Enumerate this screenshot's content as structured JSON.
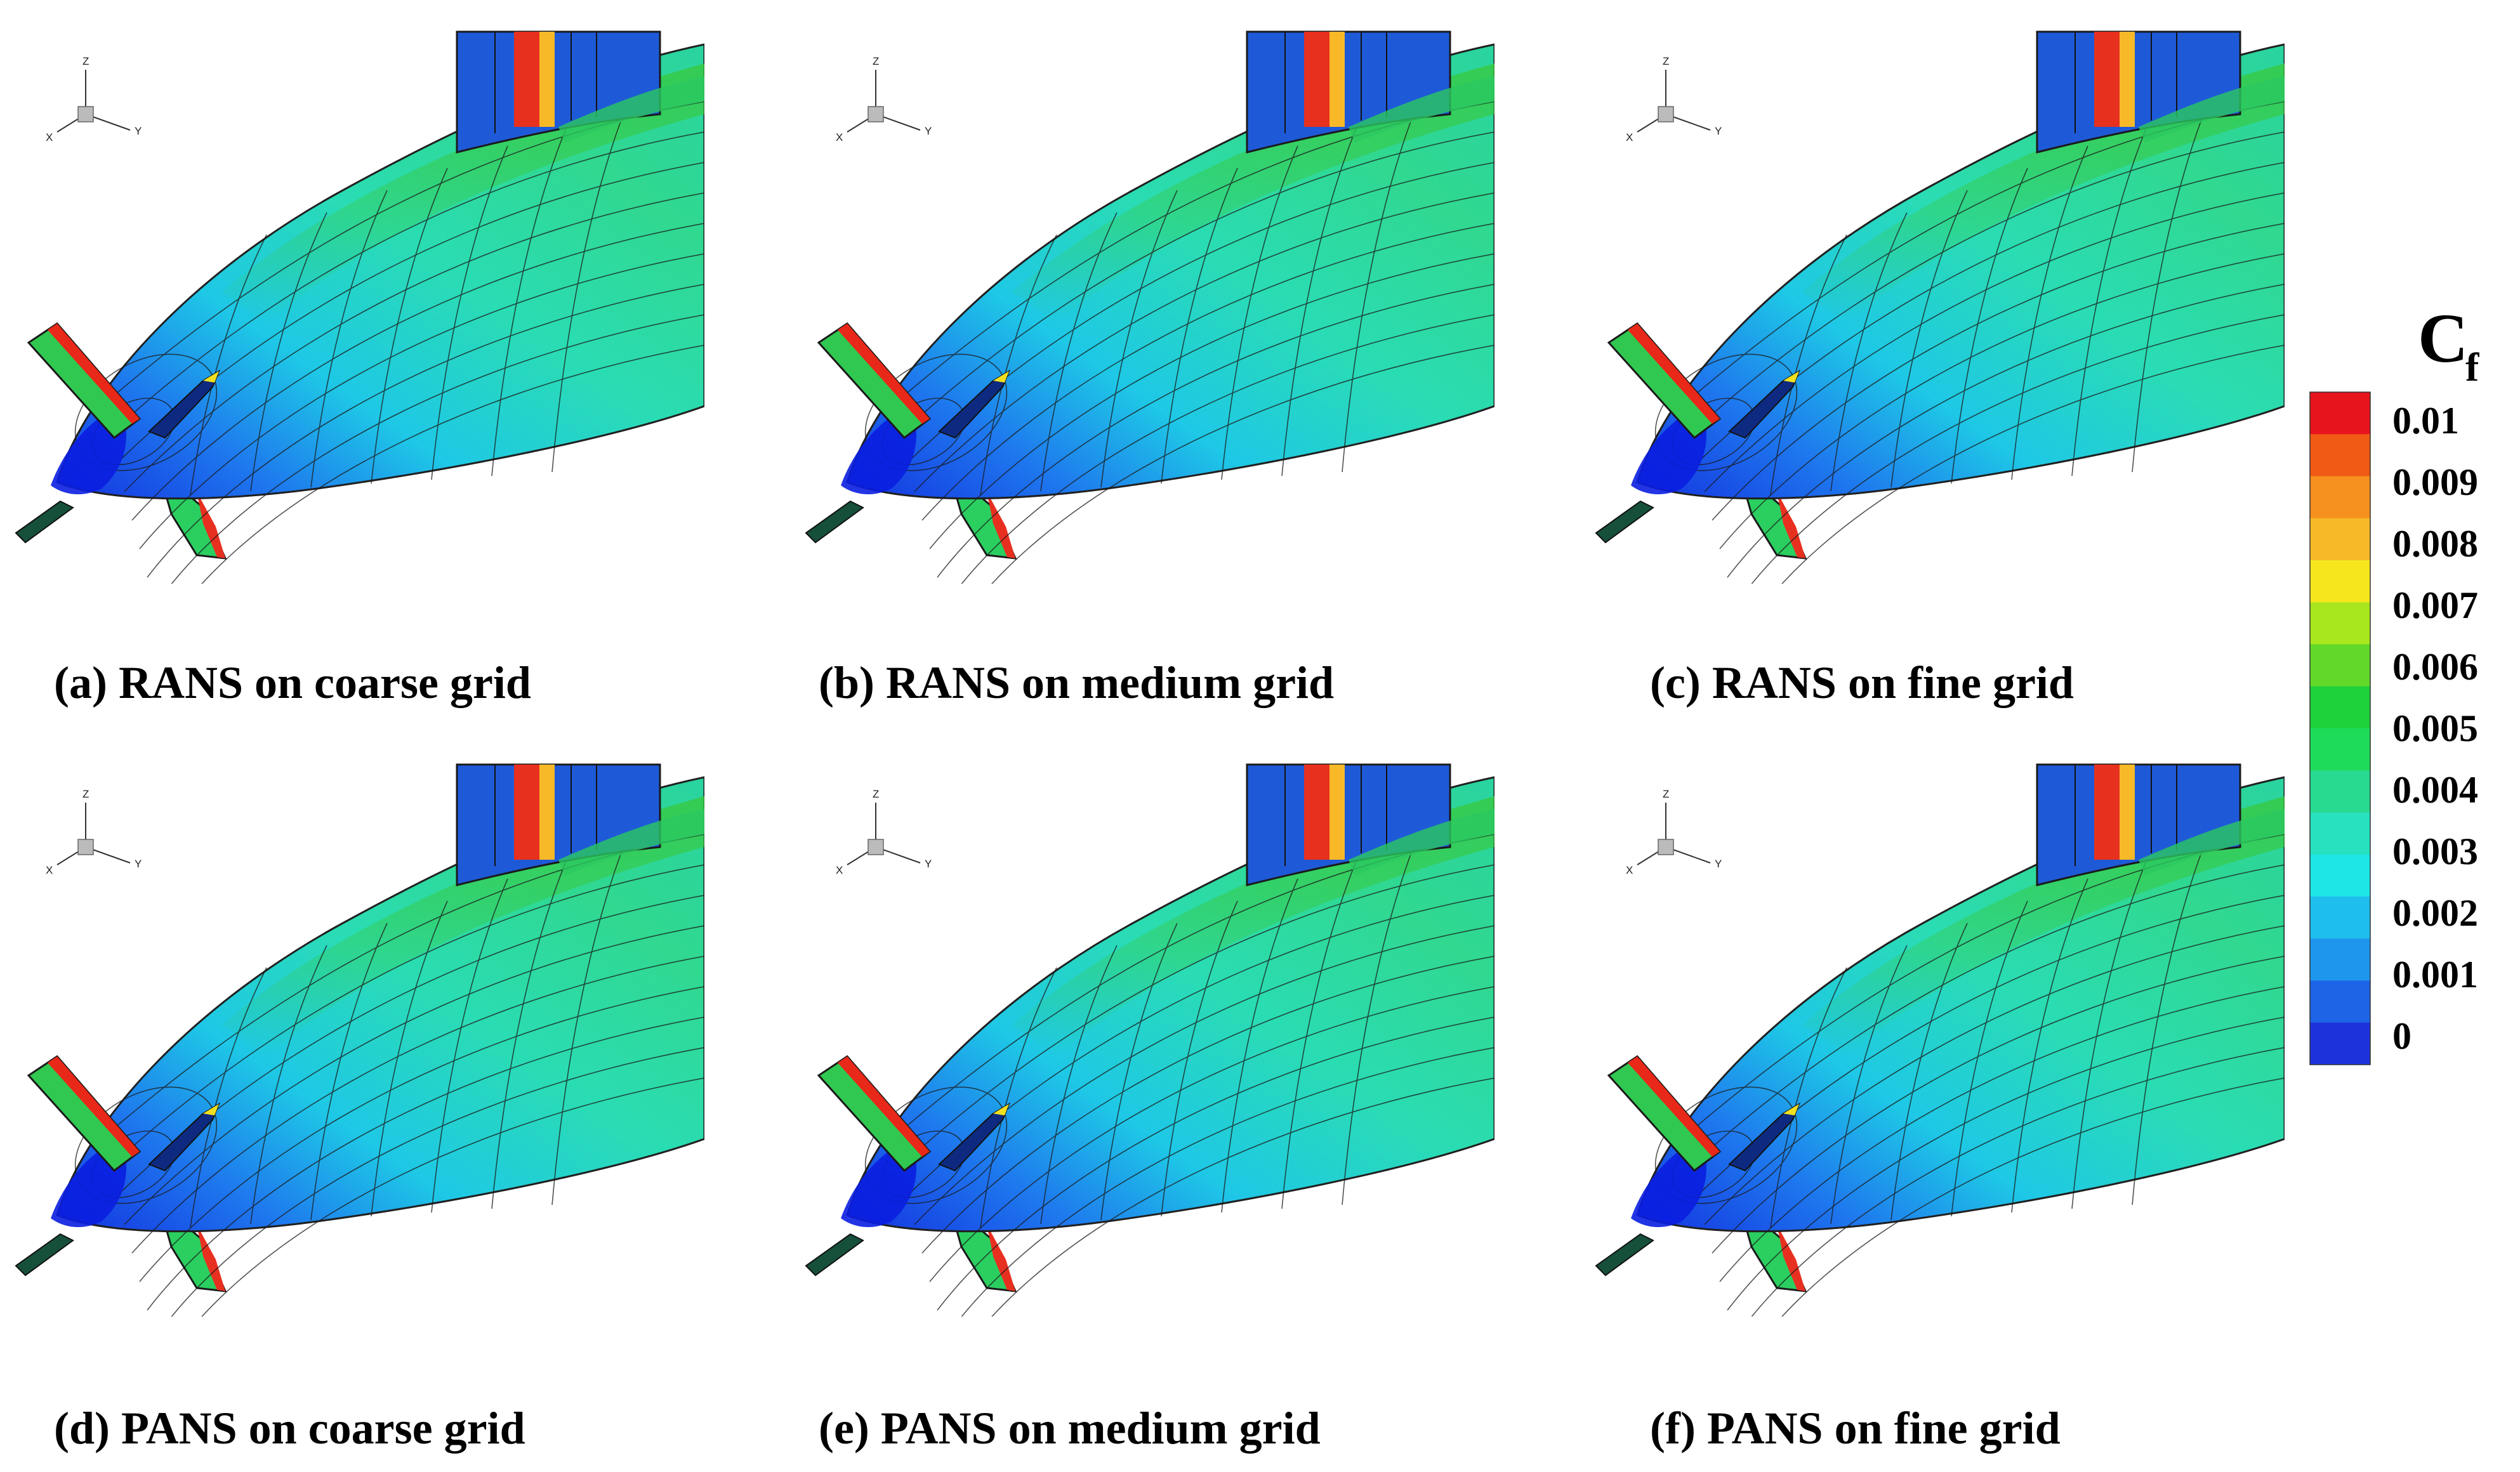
{
  "figure": {
    "panels": [
      {
        "id": "a",
        "caption": "(a) RANS on coarse grid"
      },
      {
        "id": "b",
        "caption": "(b) RANS on medium grid"
      },
      {
        "id": "c",
        "caption": "(c) RANS on fine grid"
      },
      {
        "id": "d",
        "caption": "(d) PANS on coarse grid"
      },
      {
        "id": "e",
        "caption": "(e) PANS on medium grid"
      },
      {
        "id": "f",
        "caption": "(f) PANS on fine grid"
      }
    ],
    "axes_triad": {
      "z": "Z",
      "x": "X",
      "y": "Y"
    },
    "legend": {
      "title": "C",
      "subscript": "f",
      "labels": [
        "0.01",
        "0.009",
        "0.008",
        "0.007",
        "0.006",
        "0.005",
        "0.004",
        "0.003",
        "0.002",
        "0.001",
        "0"
      ],
      "colors_top_to_bottom": [
        "#e8141c",
        "#f05a14",
        "#f6901e",
        "#f7b928",
        "#f5e61e",
        "#a8e61e",
        "#62d828",
        "#1ed23c",
        "#1edc5a",
        "#28d990",
        "#28e1be",
        "#1ee6e6",
        "#1ebeee",
        "#1e96ee",
        "#1e64e6",
        "#1e32dc"
      ]
    }
  }
}
